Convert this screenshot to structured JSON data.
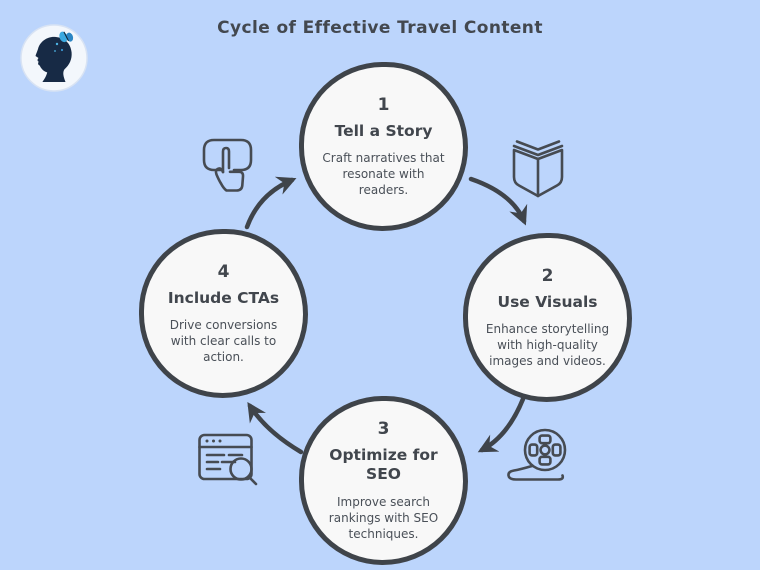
{
  "title": "Cycle of Effective Travel Content",
  "brand": {
    "logo_name": "woman-head-butterfly-logo"
  },
  "steps": [
    {
      "number": "1",
      "title": "Tell a Story",
      "description": "Craft narratives that resonate with readers."
    },
    {
      "number": "2",
      "title": "Use Visuals",
      "description": "Enhance storytelling with high-quality images and videos."
    },
    {
      "number": "3",
      "title": "Optimize for SEO",
      "description": "Improve search rankings with SEO techniques."
    },
    {
      "number": "4",
      "title": "Include CTAs",
      "description": "Drive conversions with clear calls to action."
    }
  ],
  "icons": {
    "between_4_and_1": "tap-click-icon",
    "between_1_and_2": "open-book-icon",
    "between_2_and_3": "film-reel-icon",
    "between_3_and_4": "seo-search-browser-icon"
  },
  "colors": {
    "background": "#bcd5fc",
    "node_fill": "#f8f8f8",
    "stroke": "#3f444a",
    "text": "#43484f",
    "logo_silhouette": "#172a45",
    "butterfly_blue": "#3ba9e0"
  }
}
